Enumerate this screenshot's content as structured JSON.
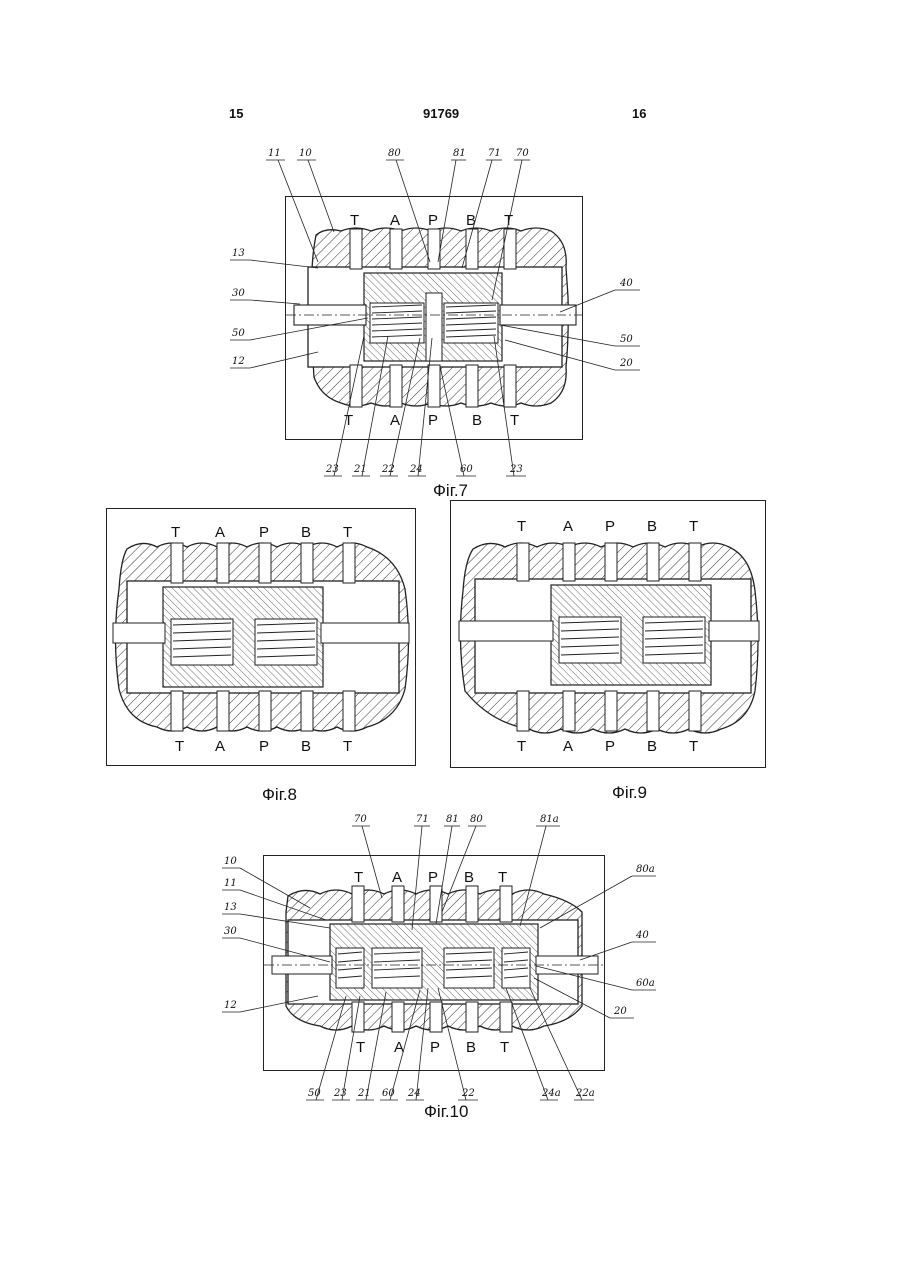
{
  "header": {
    "page_left": "15",
    "patent_number": "91769",
    "page_right": "16"
  },
  "fig7": {
    "caption": "Фіг.7",
    "ports_top": [
      "T",
      "A",
      "P",
      "B",
      "T"
    ],
    "ports_bottom": [
      "T",
      "A",
      "P",
      "B",
      "T"
    ],
    "refs_top": [
      "11",
      "10",
      "80",
      "81",
      "71",
      "70"
    ],
    "refs_left": [
      "13",
      "30",
      "50",
      "12"
    ],
    "refs_right": [
      "40",
      "50",
      "20"
    ],
    "refs_bottom": [
      "23",
      "21",
      "22",
      "24",
      "60",
      "23"
    ]
  },
  "fig8": {
    "caption": "Фіг.8",
    "ports_top": [
      "T",
      "A",
      "P",
      "B",
      "T"
    ],
    "ports_bottom": [
      "T",
      "A",
      "P",
      "B",
      "T"
    ]
  },
  "fig9": {
    "caption": "Фіг.9",
    "ports_top": [
      "T",
      "A",
      "P",
      "B",
      "T"
    ],
    "ports_bottom": [
      "T",
      "A",
      "P",
      "B",
      "T"
    ]
  },
  "fig10": {
    "caption": "Фіг.10",
    "ports_top": [
      "T",
      "A",
      "P",
      "B",
      "T"
    ],
    "ports_bottom": [
      "T",
      "A",
      "P",
      "B",
      "T"
    ],
    "refs_top": [
      "70",
      "71",
      "81",
      "80",
      "81a"
    ],
    "refs_left": [
      "10",
      "11",
      "13",
      "30",
      "12"
    ],
    "refs_right": [
      "80a",
      "40",
      "60a",
      "20"
    ],
    "refs_bottom": [
      "50",
      "23",
      "21",
      "60",
      "24",
      "22",
      "24a",
      "22a"
    ]
  }
}
